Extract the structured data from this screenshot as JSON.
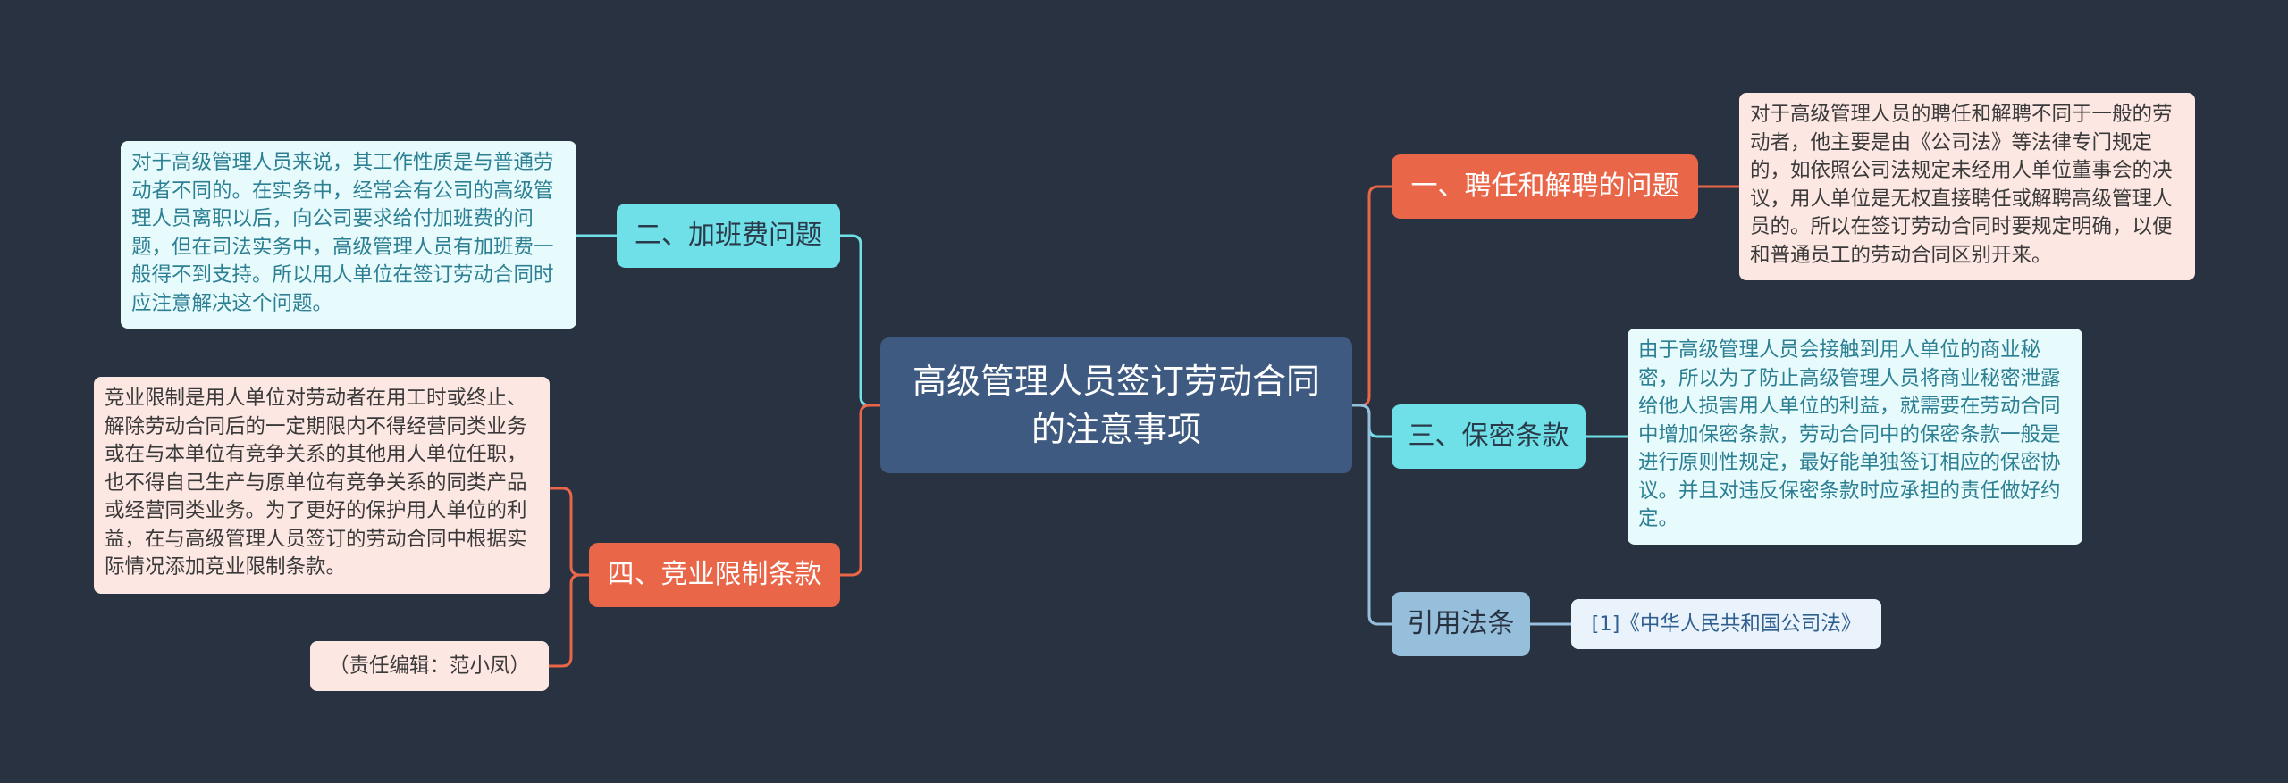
{
  "root": {
    "title": "高级管理人员签订劳动合同的注意事项"
  },
  "branches": [
    {
      "label": "一、聘任和解聘的问题",
      "detail": "对于高级管理人员的聘任和解聘不同于一般的劳动者，他主要是由《公司法》等法律专门规定的，如依照公司法规定未经用人单位董事会的决议，用人单位是无权直接聘任或解聘高级管理人员的。所以在签订劳动合同时要规定明确，以便和普通员工的劳动合同区别开来。"
    },
    {
      "label": "二、加班费问题",
      "detail": "对于高级管理人员来说，其工作性质是与普通劳动者不同的。在实务中，经常会有公司的高级管理人员离职以后，向公司要求给付加班费的问题，但在司法实务中，高级管理人员有加班费一般得不到支持。所以用人单位在签订劳动合同时应注意解决这个问题。"
    },
    {
      "label": "三、保密条款",
      "detail": "由于高级管理人员会接触到用人单位的商业秘密，所以为了防止高级管理人员将商业秘密泄露给他人损害用人单位的利益，就需要在劳动合同中增加保密条款，劳动合同中的保密条款一般是进行原则性规定，最好能单独签订相应的保密协议。并且对违反保密条款时应承担的责任做好约定。"
    },
    {
      "label": "四、竞业限制条款",
      "detail": "竞业限制是用人单位对劳动者在用工时或终止、解除劳动合同后的一定期限内不得经营同类业务或在与本单位有竞争关系的其他用人单位任职，也不得自己生产与原单位有竞争关系的同类产品或经营同类业务。为了更好的保护用人单位的利益，在与高级管理人员签订的劳动合同中根据实际情况添加竞业限制条款。",
      "editor": "（责任编辑：范小凤）"
    },
    {
      "label": "引用法条",
      "detail": "[1]《中华人民共和国公司法》"
    }
  ],
  "colors": {
    "background": "#283240",
    "root": "#3e5a80",
    "orange": "#ea6649",
    "cyan": "#6fe0e8",
    "blue": "#96bfdc",
    "leaf_cyan": "#e7fbfc",
    "leaf_orange": "#fde7e2",
    "leaf_blue": "#eaf3fb"
  }
}
